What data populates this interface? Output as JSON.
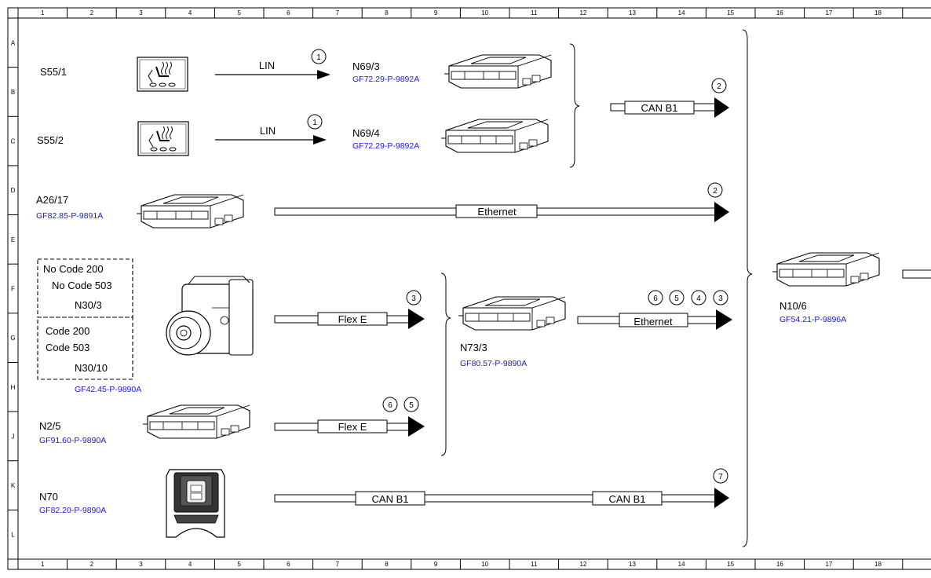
{
  "grid": {
    "columns": [
      "1",
      "2",
      "3",
      "4",
      "5",
      "6",
      "7",
      "8",
      "9",
      "10",
      "11",
      "12",
      "13",
      "14",
      "15",
      "16",
      "17",
      "18"
    ],
    "rows": [
      "A",
      "B",
      "C",
      "D",
      "E",
      "F",
      "G",
      "H",
      "J",
      "K",
      "L"
    ]
  },
  "components": {
    "s55_1": {
      "label": "S55/1"
    },
    "s55_2": {
      "label": "S55/2"
    },
    "n69_3": {
      "label": "N69/3",
      "ref": "GF72.29-P-9892A"
    },
    "n69_4": {
      "label": "N69/4",
      "ref": "GF72.29-P-9892A"
    },
    "a26_17": {
      "label": "A26/17",
      "ref": "GF82.85-P-9891A"
    },
    "n30_3": {
      "label": "N30/3",
      "line1": "No Code 200",
      "line2": "No Code 503"
    },
    "n30_10": {
      "label": "N30/10",
      "line1": "Code 200",
      "line2": "Code 503"
    },
    "n30_ref": {
      "ref": "GF42.45-P-9890A"
    },
    "n2_5": {
      "label": "N2/5",
      "ref": "GF91.60-P-9890A"
    },
    "n70": {
      "label": "N70",
      "ref": "GF82.20-P-9890A"
    },
    "n73_3": {
      "label": "N73/3",
      "ref": "GF80.57-P-9890A"
    },
    "n10_6": {
      "label": "N10/6",
      "ref": "GF54.21-P-9896A"
    }
  },
  "connections": {
    "lin1": {
      "label": "LIN",
      "markers": [
        "1"
      ]
    },
    "lin2": {
      "label": "LIN",
      "markers": [
        "1"
      ]
    },
    "can_b1_top": {
      "label": "CAN B1",
      "markers": [
        "2"
      ]
    },
    "ethernet_a26": {
      "label": "Ethernet",
      "markers": [
        "2"
      ]
    },
    "flex_e_n30": {
      "label": "Flex E",
      "markers": [
        "3"
      ]
    },
    "ethernet_n73": {
      "label": "Ethernet",
      "markers": [
        "6",
        "5",
        "4",
        "3"
      ]
    },
    "flex_e_n2": {
      "label": "Flex E",
      "markers": [
        "6",
        "5"
      ]
    },
    "can_b1_n70": {
      "label": "CAN B1",
      "label2": "CAN B1",
      "markers": [
        "7"
      ]
    }
  }
}
